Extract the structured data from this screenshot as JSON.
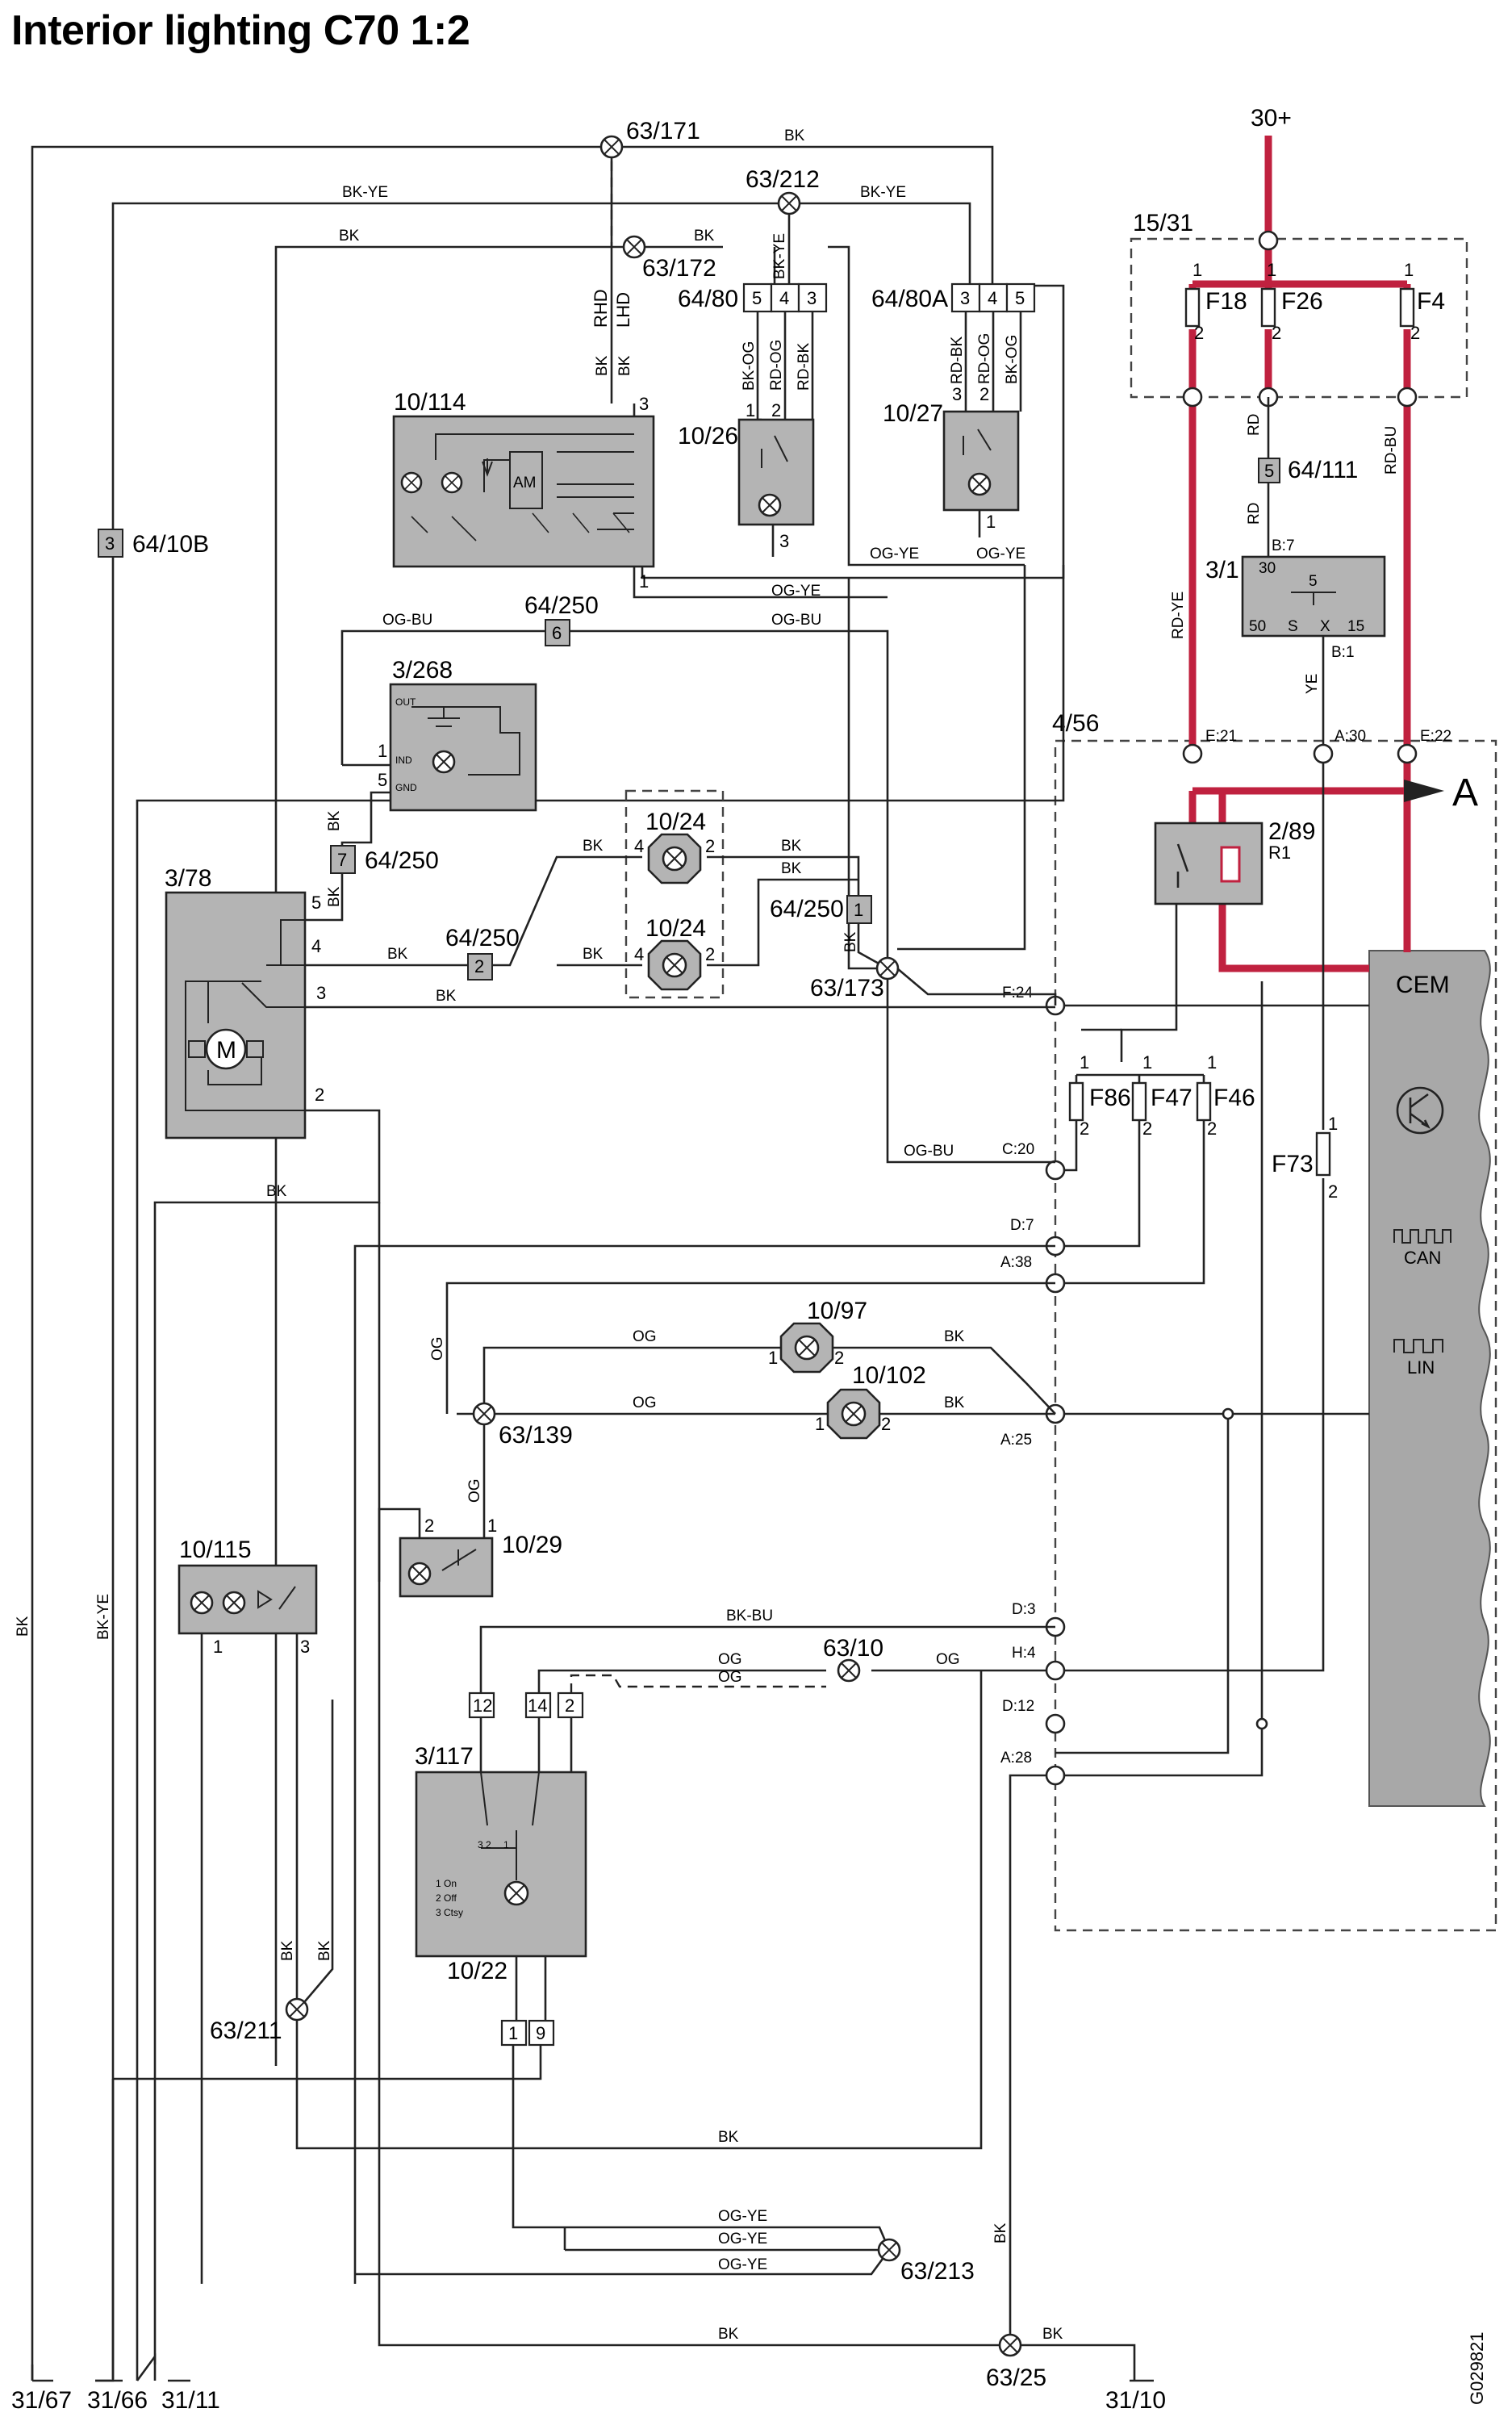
{
  "title": "Interior lighting C70 1:2",
  "doc_id": "G029821",
  "colors": {
    "power_wire": "#c0213f",
    "component_fill": "#b4b4b4",
    "cem_fill": "#a8a8a8"
  },
  "supply": {
    "label": "30+",
    "fuse_box": "15/31"
  },
  "fuses": {
    "f18": "F18",
    "f26": "F26",
    "f4": "F4",
    "f86": "F86",
    "f47": "F47",
    "f46": "F46",
    "f73": "F73"
  },
  "components": {
    "c3_1": "3/1",
    "c2_89": "2/89",
    "r1": "R1",
    "cem_box": "4/56",
    "cem": "CEM",
    "c10_114": "10/114",
    "c10_26": "10/26",
    "c10_27": "10/27",
    "c3_268": "3/268",
    "c3_78": "3/78",
    "c10_24a": "10/24",
    "c10_24b": "10/24",
    "c10_97": "10/97",
    "c10_102": "10/102",
    "c10_29": "10/29",
    "c10_115": "10/115",
    "c3_117": "3/117",
    "c10_22": "10/22",
    "am": "AM",
    "motor": "M",
    "arrow_a": "A"
  },
  "connectors": {
    "c64_80": "64/80",
    "c64_80a": "64/80A",
    "c64_10b": "64/10B",
    "c64_250_top": "64/250",
    "c64_250_mid": "64/250",
    "c64_250_low": "64/250",
    "c64_250_right": "64/250",
    "c64_111": "64/111"
  },
  "connector_pins": {
    "p64_80": [
      "5",
      "4",
      "3"
    ],
    "p64_80a": [
      "3",
      "4",
      "5"
    ],
    "p64_10b": "3",
    "p64_250_top": "6",
    "p64_250_mid": "7",
    "p64_250_low": "2",
    "p64_250_right": "1",
    "p64_111": "5",
    "p3_117": [
      "12",
      "14",
      "2"
    ],
    "p10_22": [
      "1",
      "9"
    ]
  },
  "splices": {
    "s63_171": "63/171",
    "s63_212": "63/212",
    "s63_172": "63/172",
    "s63_173": "63/173",
    "s63_139": "63/139",
    "s63_10": "63/10",
    "s63_211": "63/211",
    "s63_213": "63/213",
    "s63_25": "63/25"
  },
  "grounds": {
    "g31_67": "31/67",
    "g31_66": "31/66",
    "g31_11": "31/11",
    "g31_10": "31/10"
  },
  "cem_pins": {
    "e21": "E:21",
    "a30": "A:30",
    "e22": "E:22",
    "f24": "F:24",
    "c20": "C:20",
    "d7": "D:7",
    "a38": "A:38",
    "a25": "A:25",
    "d3": "D:3",
    "h4": "H:4",
    "d12": "D:12",
    "a28": "A:28",
    "b1": "B:1",
    "b7": "B:7"
  },
  "relay_pins": {
    "p30": "30",
    "p5": "5",
    "p50": "50",
    "ps": "S",
    "px": "X",
    "p15": "15"
  },
  "cem_icons": {
    "can": "CAN",
    "lin": "LIN"
  },
  "switch_legend": [
    "1 On",
    "2 Off",
    "3 Ctsy"
  ],
  "small_pins": {
    "p1": "1",
    "p2": "2",
    "p3": "3",
    "p4": "4",
    "p5": "5",
    "p32": "3 2",
    "p1b": "1"
  },
  "pin_tags": {
    "out": "OUT",
    "ind": "IND",
    "gnd": "GND"
  },
  "side_labels": {
    "rhd": "RHD",
    "lhd": "LHD"
  },
  "wire_labels": {
    "bk": "BK",
    "bk_ye": "BK-YE",
    "og_ye": "OG-YE",
    "og_bu": "OG-BU",
    "og": "OG",
    "bk_bu": "BK-BU",
    "bk_og": "BK-OG",
    "rd_og": "RD-OG",
    "rd_bk": "RD-BK",
    "rd": "RD",
    "rd_bu": "RD-BU",
    "rd_ye": "RD-YE",
    "ye": "YE"
  }
}
